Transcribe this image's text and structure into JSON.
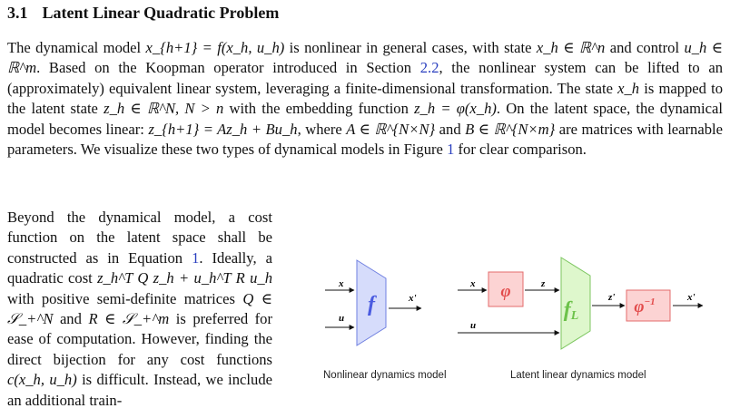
{
  "section": {
    "number": "3.1",
    "title": "Latent Linear Quadratic Problem"
  },
  "paragraph1": {
    "t01": "The dynamical model ",
    "m01": "x_{h+1} = f(x_h, u_h)",
    "t02": " is nonlinear in general cases, with state ",
    "m02": "x_h ∈ ℝ^n",
    "t03": " and control ",
    "m03": "u_h ∈ ℝ^m",
    "t04": ". Based on the Koopman operator introduced in Section ",
    "ref1": "2.2",
    "t05": ", the nonlinear system can be lifted to an (approximately) equivalent linear system, leveraging a finite-dimensional transformation. The state ",
    "m04": "x_h",
    "t06": " is mapped to the latent state ",
    "m05": "z_h ∈ ℝ^N, N > n",
    "t07": " with the embedding function ",
    "m06": "z_h = φ(x_h)",
    "t08": ". On the latent space, the dynamical model becomes linear: ",
    "m07": "z_{h+1} = Az_h + Bu_h",
    "t09": ", where ",
    "m08": "A ∈ ℝ^{N×N}",
    "t10": " and ",
    "m09": "B ∈ ℝ^{N×m}",
    "t11": " are matrices with learnable parameters. We visualize these two types of dynamical models in Figure ",
    "ref2": "1",
    "t12": " for clear comparison."
  },
  "paragraph2": {
    "t01": "Beyond the dynamical model, a cost function on the latent space shall be constructed as in Equation ",
    "ref1": "1",
    "t02": ". Ideally, a quadratic cost ",
    "m01": "z_h^T Q z_h + u_h^T R u_h",
    "t03": " with positive semi-definite matrices ",
    "m02": "Q ∈ 𝒮_+^N",
    "t04": " and ",
    "m03": "R ∈ 𝒮_+^m",
    "t05": " is preferred for ease of computation. However, finding the direct bijection for any cost functions ",
    "m04": "c(x_h, u_h)",
    "t06": " is difficult. Instead, we include an additional train-"
  },
  "figure": {
    "left_caption": "Nonlinear dynamics model",
    "right_caption": "Latent linear dynamics model",
    "labels": {
      "x": "x",
      "u": "u",
      "f": "f",
      "x_prime": "x'",
      "phi": "φ",
      "z": "z",
      "f_L": "f",
      "f_L_sub": "L",
      "z_prime": "z'",
      "phi_inv": "φ",
      "phi_inv_sup": "−1"
    },
    "colors": {
      "f_fill": "#d6dcfb",
      "f_stroke": "#6f7fe0",
      "f_text": "#4a5be0",
      "phi_fill": "#fcd3d3",
      "phi_stroke": "#e36b6b",
      "phi_text": "#e24b4b",
      "fL_fill": "#def7cc",
      "fL_stroke": "#7dc660",
      "fL_text": "#6cc24a"
    }
  }
}
